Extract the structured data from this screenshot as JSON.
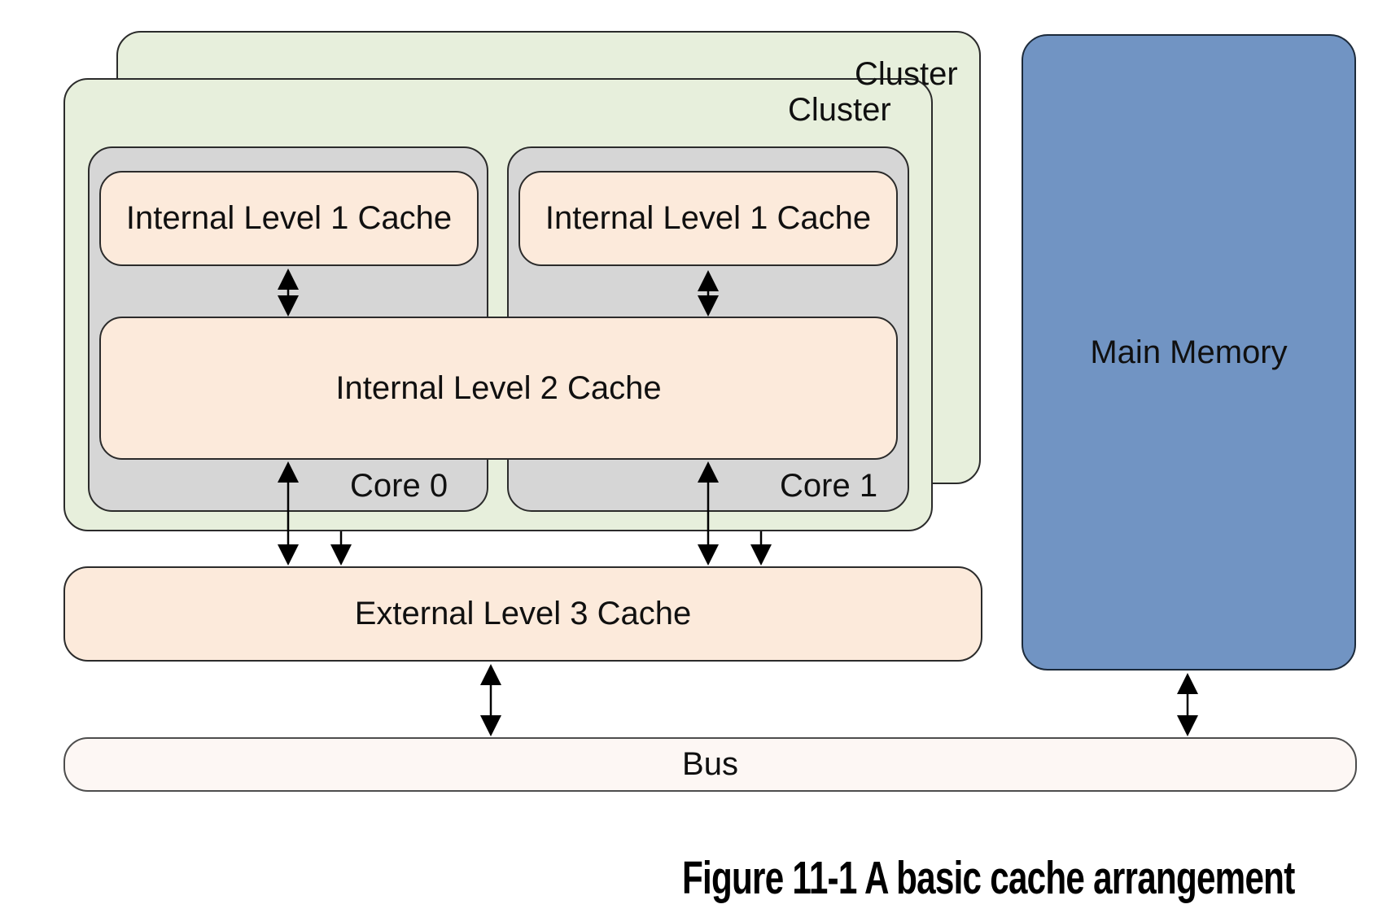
{
  "figure": {
    "caption": "Figure 11-1 A basic cache arrangement"
  },
  "diagram": {
    "cluster_back": {
      "label": "Cluster"
    },
    "cluster_front": {
      "label": "Cluster"
    },
    "core0": {
      "label": "Core 0",
      "l1_cache_label": "Internal Level 1 Cache"
    },
    "core1": {
      "label": "Core 1",
      "l1_cache_label": "Internal Level 1 Cache"
    },
    "l2_cache": {
      "label": "Internal Level 2 Cache"
    },
    "l3_cache": {
      "label": "External Level 3 Cache"
    },
    "main_memory": {
      "label": "Main Memory"
    },
    "bus": {
      "label": "Bus"
    },
    "colors": {
      "cluster_green": "#e7efdc",
      "core_gray": "#d6d6d6",
      "cache_peach": "#fceadb",
      "memory_blue": "#7194c3",
      "bus_fill": "#fdf7f4",
      "border": "#2b2b2b",
      "arrow": "#000000",
      "background": "#ffffff"
    }
  }
}
